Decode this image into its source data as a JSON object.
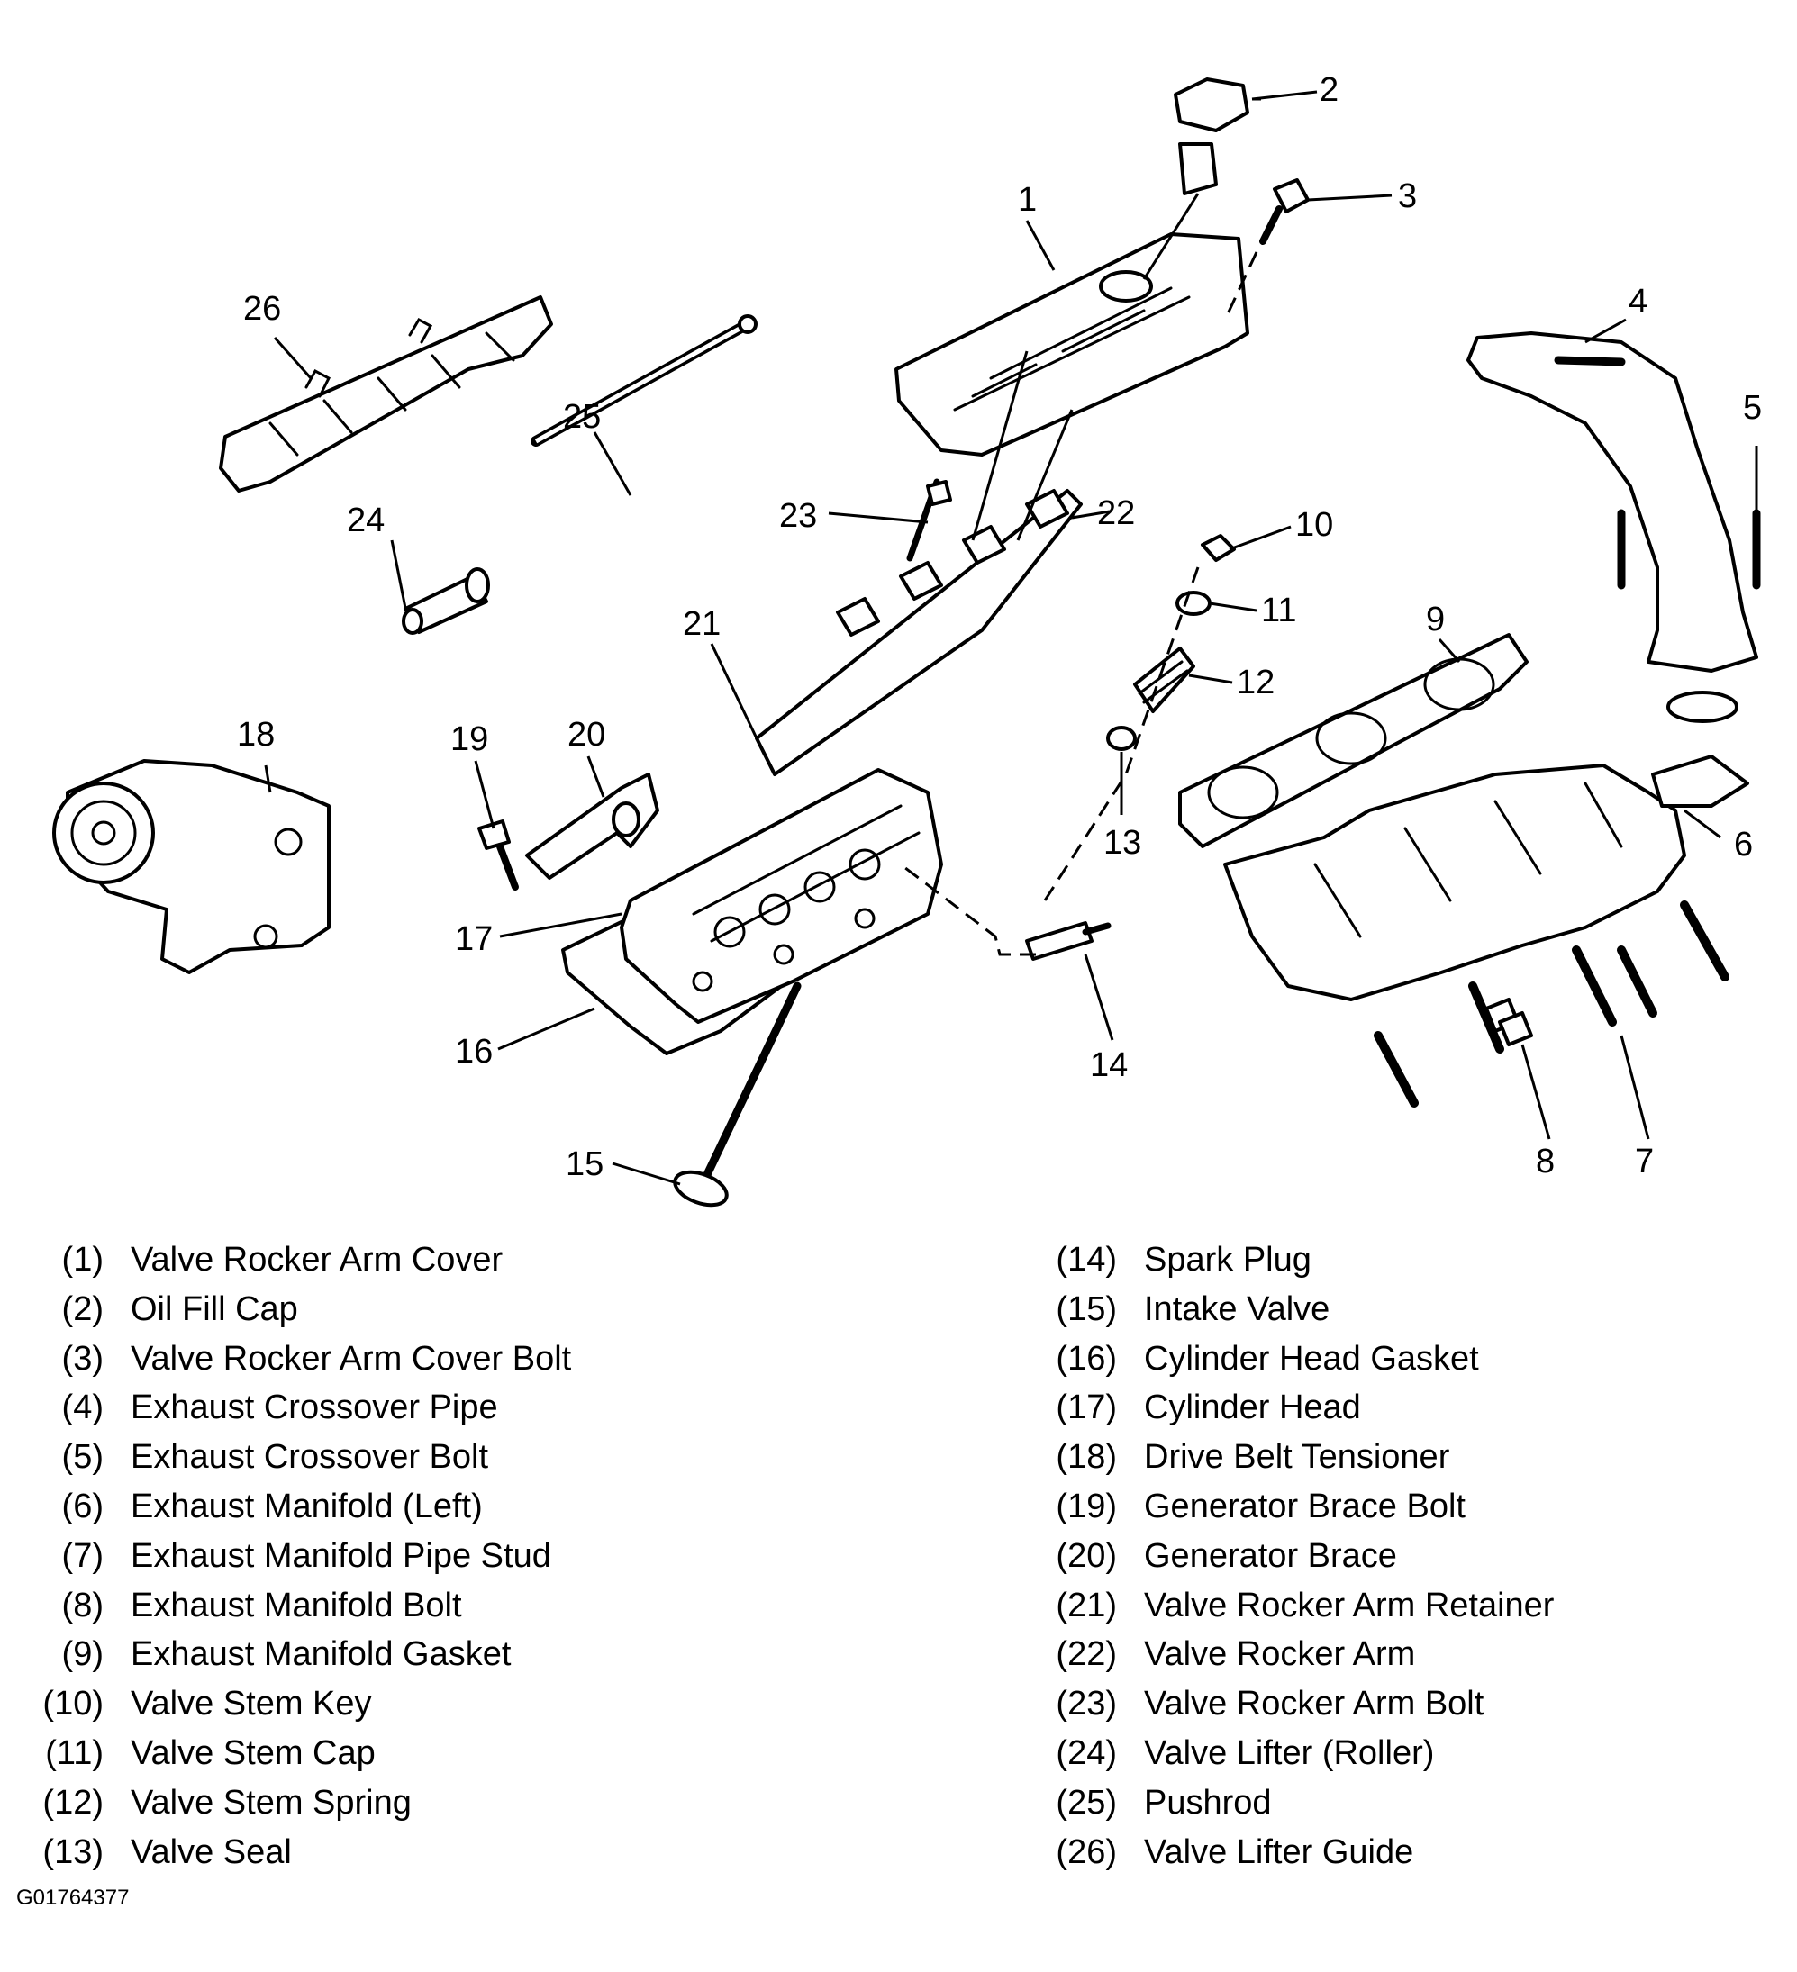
{
  "figure": {
    "id": "G01764377",
    "callouts": [
      "1",
      "2",
      "3",
      "4",
      "5",
      "6",
      "7",
      "8",
      "9",
      "10",
      "11",
      "12",
      "13",
      "14",
      "15",
      "16",
      "17",
      "18",
      "19",
      "20",
      "21",
      "22",
      "23",
      "24",
      "25",
      "26"
    ]
  },
  "legend": [
    {
      "number": "(1)",
      "label": "Valve Rocker Arm Cover"
    },
    {
      "number": "(2)",
      "label": "Oil Fill Cap"
    },
    {
      "number": "(3)",
      "label": "Valve Rocker Arm Cover Bolt"
    },
    {
      "number": "(4)",
      "label": "Exhaust Crossover Pipe"
    },
    {
      "number": "(5)",
      "label": "Exhaust Crossover Bolt"
    },
    {
      "number": "(6)",
      "label": "Exhaust Manifold (Left)"
    },
    {
      "number": "(7)",
      "label": "Exhaust Manifold Pipe Stud"
    },
    {
      "number": "(8)",
      "label": "Exhaust Manifold Bolt"
    },
    {
      "number": "(9)",
      "label": "Exhaust Manifold Gasket"
    },
    {
      "number": "(10)",
      "label": "Valve Stem Key"
    },
    {
      "number": "(11)",
      "label": "Valve Stem Cap"
    },
    {
      "number": "(12)",
      "label": "Valve Stem Spring"
    },
    {
      "number": "(13)",
      "label": "Valve Seal"
    },
    {
      "number": "(14)",
      "label": "Spark Plug"
    },
    {
      "number": "(15)",
      "label": "Intake Valve"
    },
    {
      "number": "(16)",
      "label": "Cylinder Head Gasket"
    },
    {
      "number": "(17)",
      "label": "Cylinder Head"
    },
    {
      "number": "(18)",
      "label": "Drive Belt Tensioner"
    },
    {
      "number": "(19)",
      "label": "Generator Brace Bolt"
    },
    {
      "number": "(20)",
      "label": "Generator Brace"
    },
    {
      "number": "(21)",
      "label": "Valve Rocker Arm Retainer"
    },
    {
      "number": "(22)",
      "label": "Valve Rocker Arm"
    },
    {
      "number": "(23)",
      "label": "Valve Rocker Arm Bolt"
    },
    {
      "number": "(24)",
      "label": "Valve Lifter (Roller)"
    },
    {
      "number": "(25)",
      "label": "Pushrod"
    },
    {
      "number": "(26)",
      "label": "Valve Lifter Guide"
    }
  ]
}
